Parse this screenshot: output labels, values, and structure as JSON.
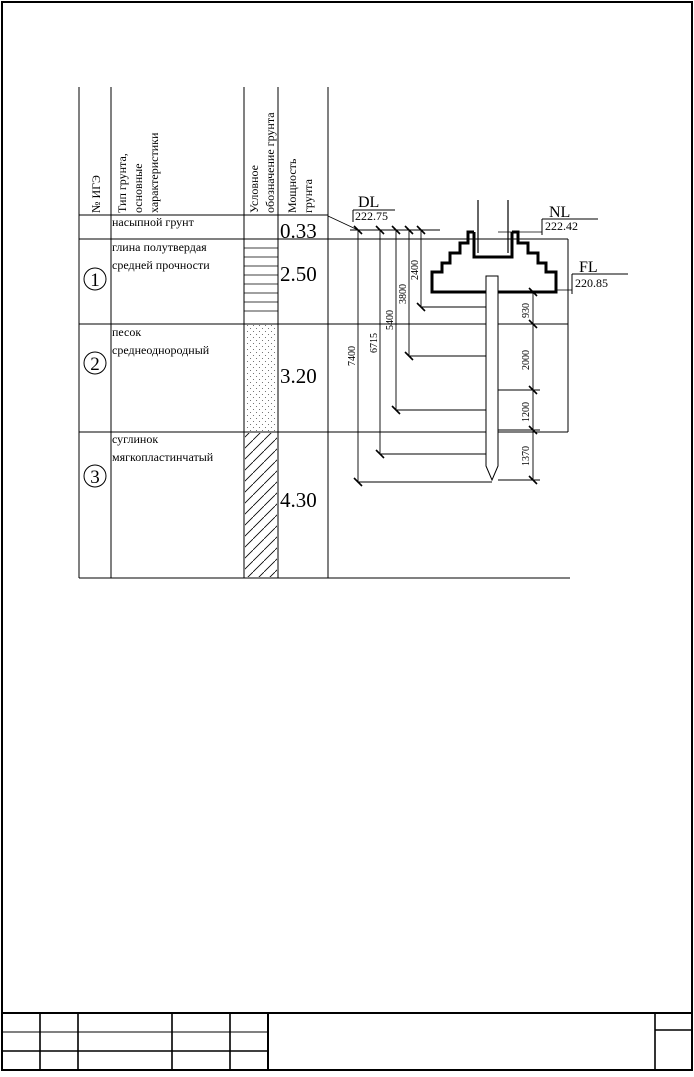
{
  "table": {
    "headers": {
      "ige_no": "№ ИГЭ",
      "soil_type": [
        "Тип грунта,",
        "основные",
        "характеристики"
      ],
      "symbol": [
        "Условное",
        "обозначение грунта"
      ],
      "thickness": [
        "Мощность",
        "грунта"
      ]
    },
    "layers": [
      {
        "ige": "",
        "description": [
          "насыпной грунт"
        ],
        "thickness": "0.33",
        "hatch": "none"
      },
      {
        "ige": "1",
        "description": [
          "глина полутвердая",
          "средней прочности"
        ],
        "thickness": "2.50",
        "hatch": "horizontal-lines"
      },
      {
        "ige": "2",
        "description": [
          "песок",
          "среднеоднородный"
        ],
        "thickness": "3.20",
        "hatch": "dots"
      },
      {
        "ige": "3",
        "description": [
          "суглинок",
          "мягкопластинчатый"
        ],
        "thickness": "4.30",
        "hatch": "diagonal-lines"
      }
    ]
  },
  "levels": {
    "dl": {
      "label": "DL",
      "value": "222.75"
    },
    "nl": {
      "label": "NL",
      "value": "222.42"
    },
    "fl": {
      "label": "FL",
      "value": "220.85"
    }
  },
  "dimensions": {
    "left_chain": [
      "7400",
      "6715",
      "5400",
      "3800",
      "2400"
    ],
    "right_chain": [
      "930",
      "2000",
      "1200",
      "1370"
    ]
  },
  "title_block": {
    "left_cells": [],
    "main_text": ""
  }
}
